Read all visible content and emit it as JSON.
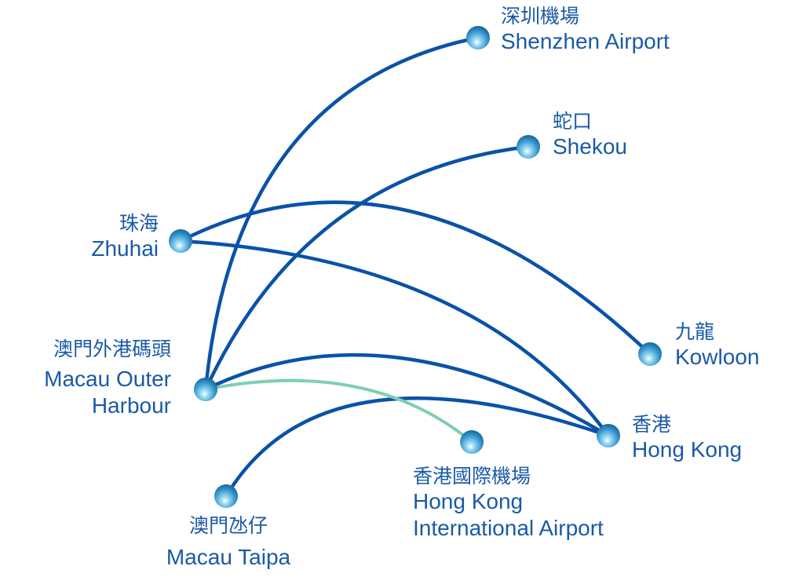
{
  "colors": {
    "route": "#0a52a8",
    "airport_route": "#7fcfae",
    "text": "#1a5aa6",
    "node": "#4aa8d8"
  },
  "nodes": {
    "shenzhen_airport": {
      "zh": "深圳機場",
      "en": "Shenzhen Airport"
    },
    "shekou": {
      "zh": "蛇口",
      "en": "Shekou"
    },
    "zhuhai": {
      "zh": "珠海",
      "en": "Zhuhai"
    },
    "kowloon": {
      "zh": "九龍",
      "en": "Kowloon"
    },
    "macau_outer_harbour": {
      "zh": "澳門外港碼頭",
      "en1": "Macau Outer",
      "en2": "Harbour"
    },
    "hong_kong": {
      "zh": "香港",
      "en": "Hong Kong"
    },
    "hkia": {
      "zh": "香港國際機場",
      "en1": "Hong Kong",
      "en2": "International Airport"
    },
    "macau_taipa": {
      "zh": "澳門氹仔",
      "en": "Macau Taipa"
    }
  },
  "routes": [
    {
      "from": "macau_outer_harbour",
      "to": "shenzhen_airport",
      "type": "route"
    },
    {
      "from": "macau_outer_harbour",
      "to": "shekou",
      "type": "route"
    },
    {
      "from": "zhuhai",
      "to": "kowloon",
      "type": "route"
    },
    {
      "from": "zhuhai",
      "to": "hong_kong",
      "type": "route"
    },
    {
      "from": "macau_outer_harbour",
      "to": "hong_kong",
      "type": "route"
    },
    {
      "from": "macau_taipa",
      "to": "hong_kong",
      "type": "route"
    },
    {
      "from": "macau_outer_harbour",
      "to": "hkia",
      "type": "airport_route"
    }
  ]
}
